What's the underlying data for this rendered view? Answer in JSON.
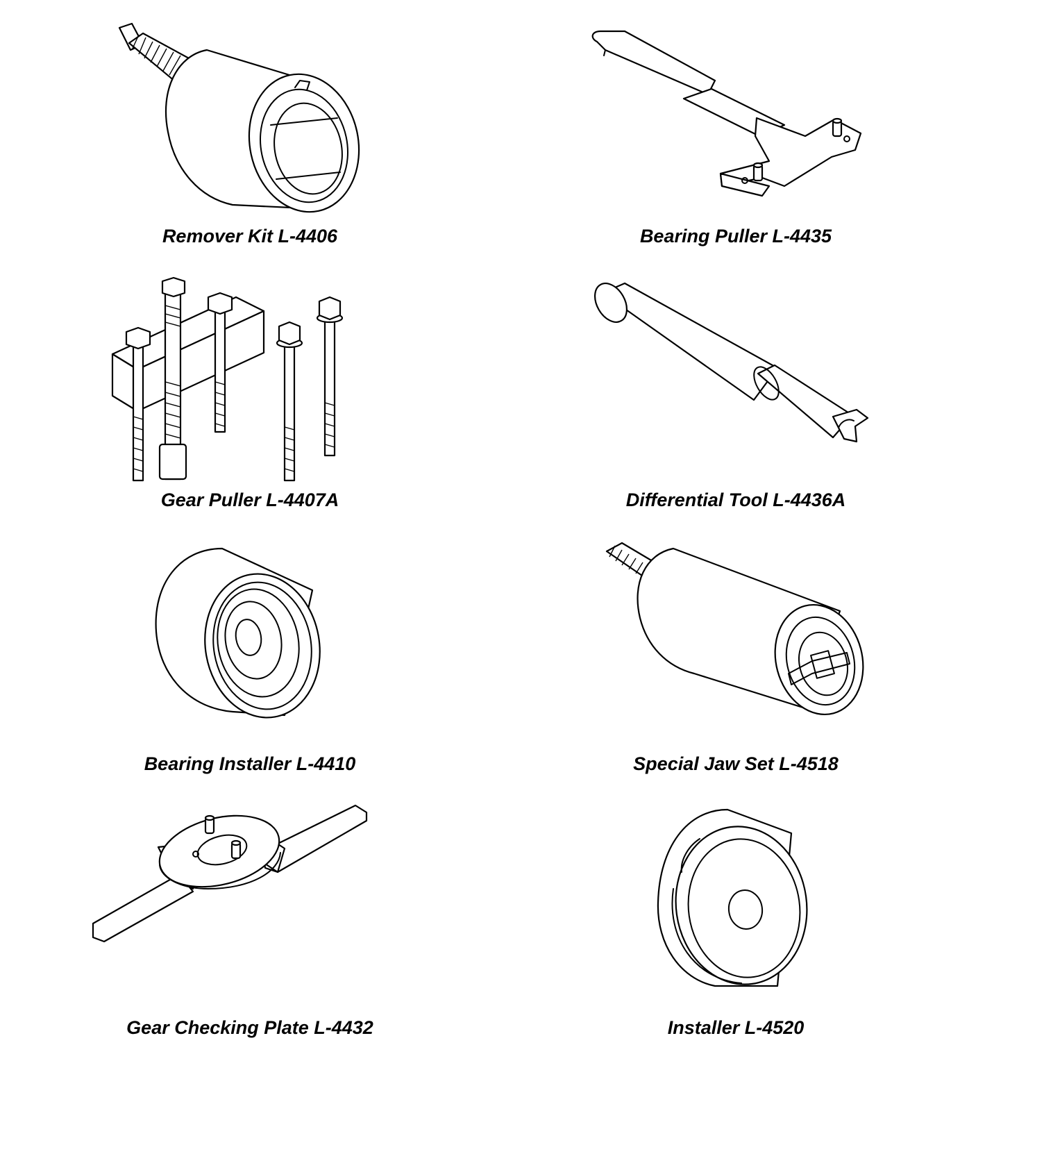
{
  "tools": [
    {
      "id": "remover-kit",
      "label": "Remover Kit L-4406",
      "icon": "remover-kit-illustration"
    },
    {
      "id": "bearing-puller",
      "label": "Bearing Puller L-4435",
      "icon": "bearing-puller-illustration"
    },
    {
      "id": "gear-puller",
      "label": "Gear Puller L-4407A",
      "icon": "gear-puller-illustration"
    },
    {
      "id": "differential-tool",
      "label": "Differential Tool L-4436A",
      "icon": "differential-tool-illustration"
    },
    {
      "id": "bearing-installer",
      "label": "Bearing Installer L-4410",
      "icon": "bearing-installer-illustration"
    },
    {
      "id": "special-jaw-set",
      "label": "Special Jaw Set L-4518",
      "icon": "special-jaw-set-illustration"
    },
    {
      "id": "gear-checking-plate",
      "label": "Gear Checking Plate L-4432",
      "icon": "gear-checking-plate-illustration"
    },
    {
      "id": "installer",
      "label": "Installer L-4520",
      "icon": "installer-illustration"
    }
  ],
  "colors": {
    "line": "#000000",
    "background": "#ffffff"
  }
}
